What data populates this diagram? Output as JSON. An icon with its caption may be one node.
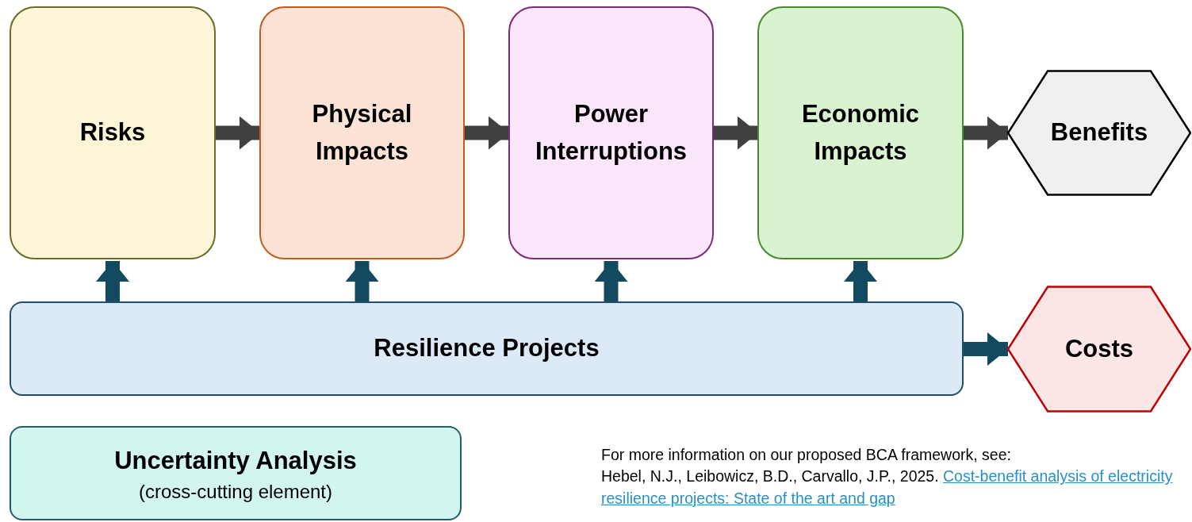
{
  "diagram": {
    "nodes": [
      {
        "text": [
          "Risks"
        ]
      },
      {
        "text": [
          "Physical Impacts"
        ]
      },
      {
        "text": [
          "Power Interruptions"
        ]
      },
      {
        "text": [
          "Economic Impacts"
        ]
      },
      {
        "text": [
          "Benefits"
        ]
      },
      {
        "text": [
          "Resilience Projects"
        ]
      },
      {
        "text": [
          "Costs"
        ]
      },
      {
        "text": [
          "Uncertainty Analysis",
          "(cross-cutting element)"
        ]
      }
    ],
    "edges": [
      {
        "from": 0,
        "to": 1,
        "arrow": "to",
        "color": "#404040"
      },
      {
        "from": 1,
        "to": 2,
        "arrow": "to",
        "color": "#404040"
      },
      {
        "from": 2,
        "to": 3,
        "arrow": "to",
        "color": "#404040"
      },
      {
        "from": 3,
        "to": 4,
        "arrow": "to",
        "color": "#404040"
      },
      {
        "from": 5,
        "to": 0,
        "arrow": "to",
        "color": "#134a60"
      },
      {
        "from": 5,
        "to": 1,
        "arrow": "to",
        "color": "#134a60"
      },
      {
        "from": 5,
        "to": 2,
        "arrow": "to",
        "color": "#134a60"
      },
      {
        "from": 5,
        "to": 3,
        "arrow": "to",
        "color": "#134a60"
      },
      {
        "from": 5,
        "to": 6,
        "arrow": "to",
        "color": "#134a60"
      }
    ],
    "labels": [
      "For more information on our proposed BCA framework, see:",
      "Hebel, N.J., Leibowicz, B.D., Carvallo, J.P., 2025.",
      "Cost-benefit analysis of electricity resilience projects: State of the art and gap"
    ]
  }
}
